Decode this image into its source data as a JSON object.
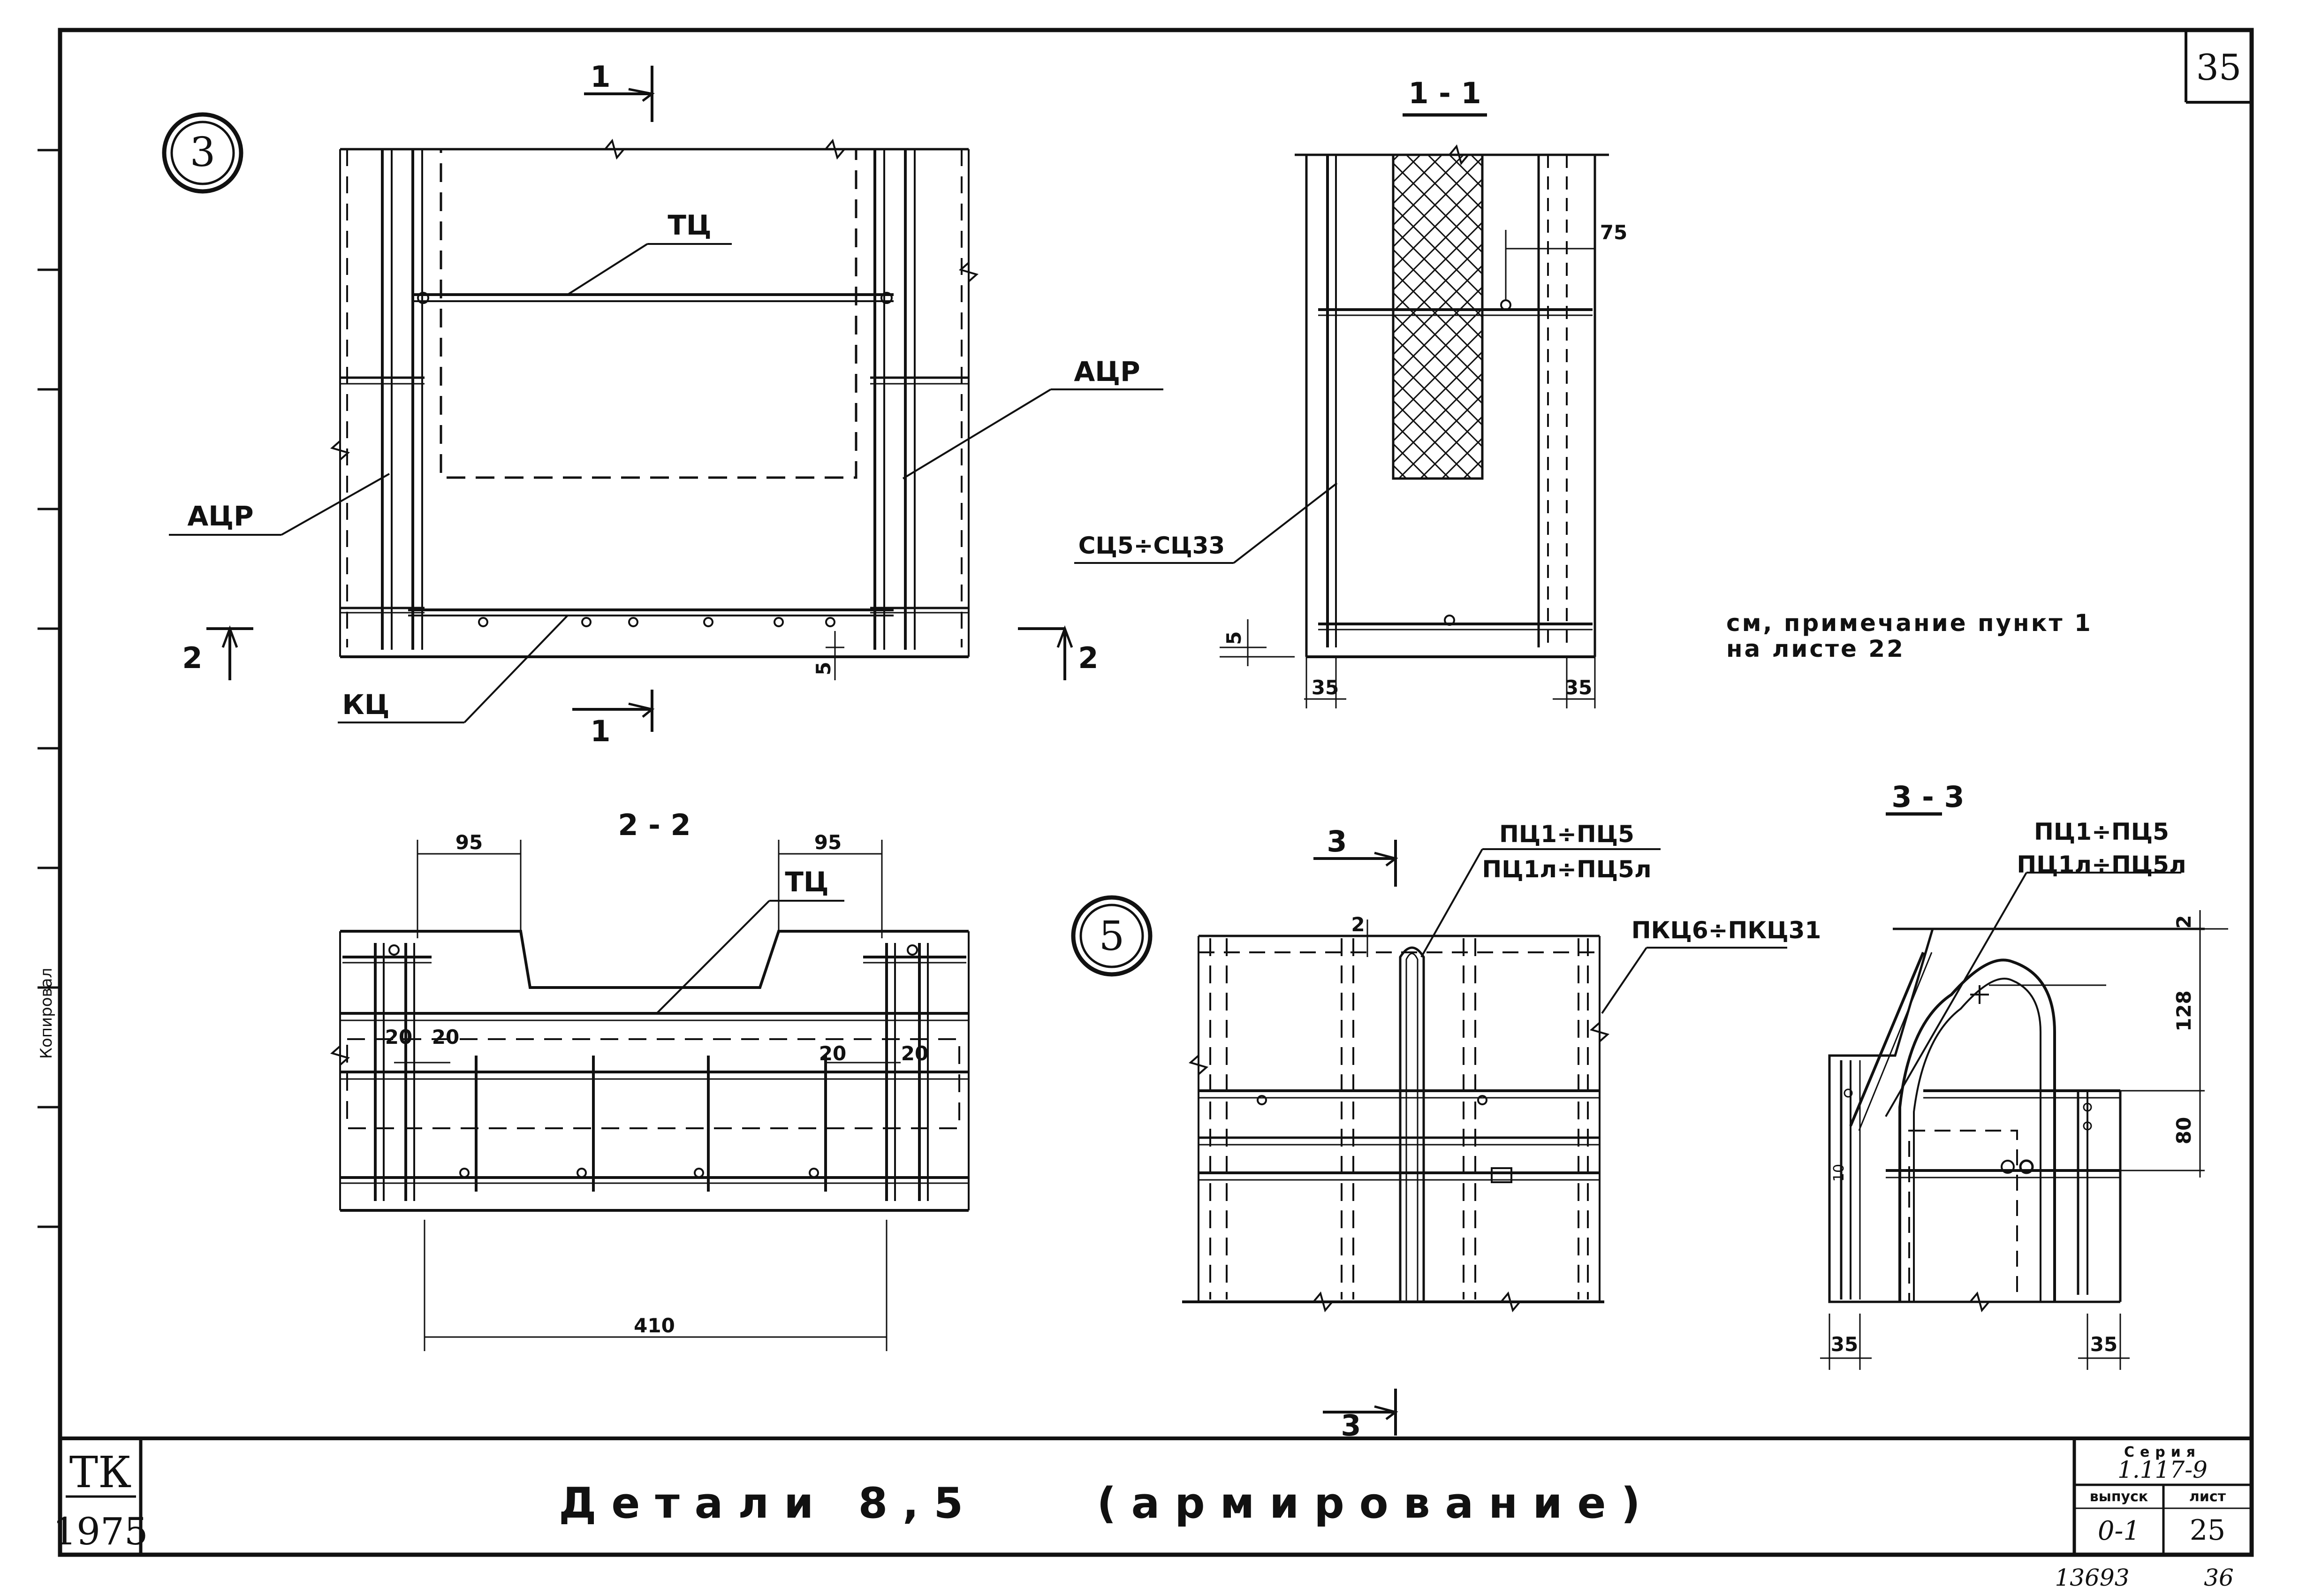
{
  "sheet_number": "35",
  "top_left_stamp": {
    "line1": "ТК",
    "line2": "1975"
  },
  "title": "Детали 8,5    (армирование)",
  "title_block": {
    "series_label": "Серия",
    "series_value": "1.117-9",
    "issue_label": "выпуск",
    "issue_value": "0-1",
    "list_label": "лист",
    "list_value": "25"
  },
  "footer_numbers": {
    "archive": "13693",
    "page": "36"
  },
  "note": {
    "line1": "см, примечание пункт 1",
    "line2": "на листе 22"
  },
  "side_text": "Копировал",
  "detail_markers": {
    "d3": "3",
    "d5": "5"
  },
  "detail3": {
    "label_tc": "ТЦ",
    "label_acr_left": "АЦР",
    "label_acr_right": "АЦР",
    "label_kc": "КЦ",
    "cut1_top": "1",
    "cut1_bottom": "1",
    "cut2_left": "2",
    "cut2_right": "2",
    "dim_5": "5"
  },
  "section_1_1": {
    "title": "1 - 1",
    "label_sc": "СЦ5÷СЦ33",
    "dim_75": "75",
    "dim_5": "5",
    "dim_35_left": "35",
    "dim_35_right": "35"
  },
  "section_2_2": {
    "title": "2 - 2",
    "label_tc": "ТЦ",
    "dim_95_left": "95",
    "dim_95_right": "95",
    "dim_20_a": "20",
    "dim_20_b": "20",
    "dim_20_c": "20",
    "dim_20_d": "20",
    "dim_410": "410"
  },
  "detail5": {
    "cut3_top": "3",
    "cut3_bottom": "3",
    "label_pc_top": "ПЦ1÷ПЦ5",
    "label_pc_bottom": "ПЦ1л÷ПЦ5л",
    "label_pkc": "ПКЦ6÷ПКЦ31",
    "dim_2": "2"
  },
  "section_3_3": {
    "title": "3 - 3",
    "label_pc_top": "ПЦ1÷ПЦ5",
    "label_pc_bottom": "ПЦ1л÷ПЦ5л",
    "dim_2": "2",
    "dim_128": "128",
    "dim_80": "80",
    "dim_35_left": "35",
    "dim_35_right": "35",
    "dim_10": "10"
  }
}
